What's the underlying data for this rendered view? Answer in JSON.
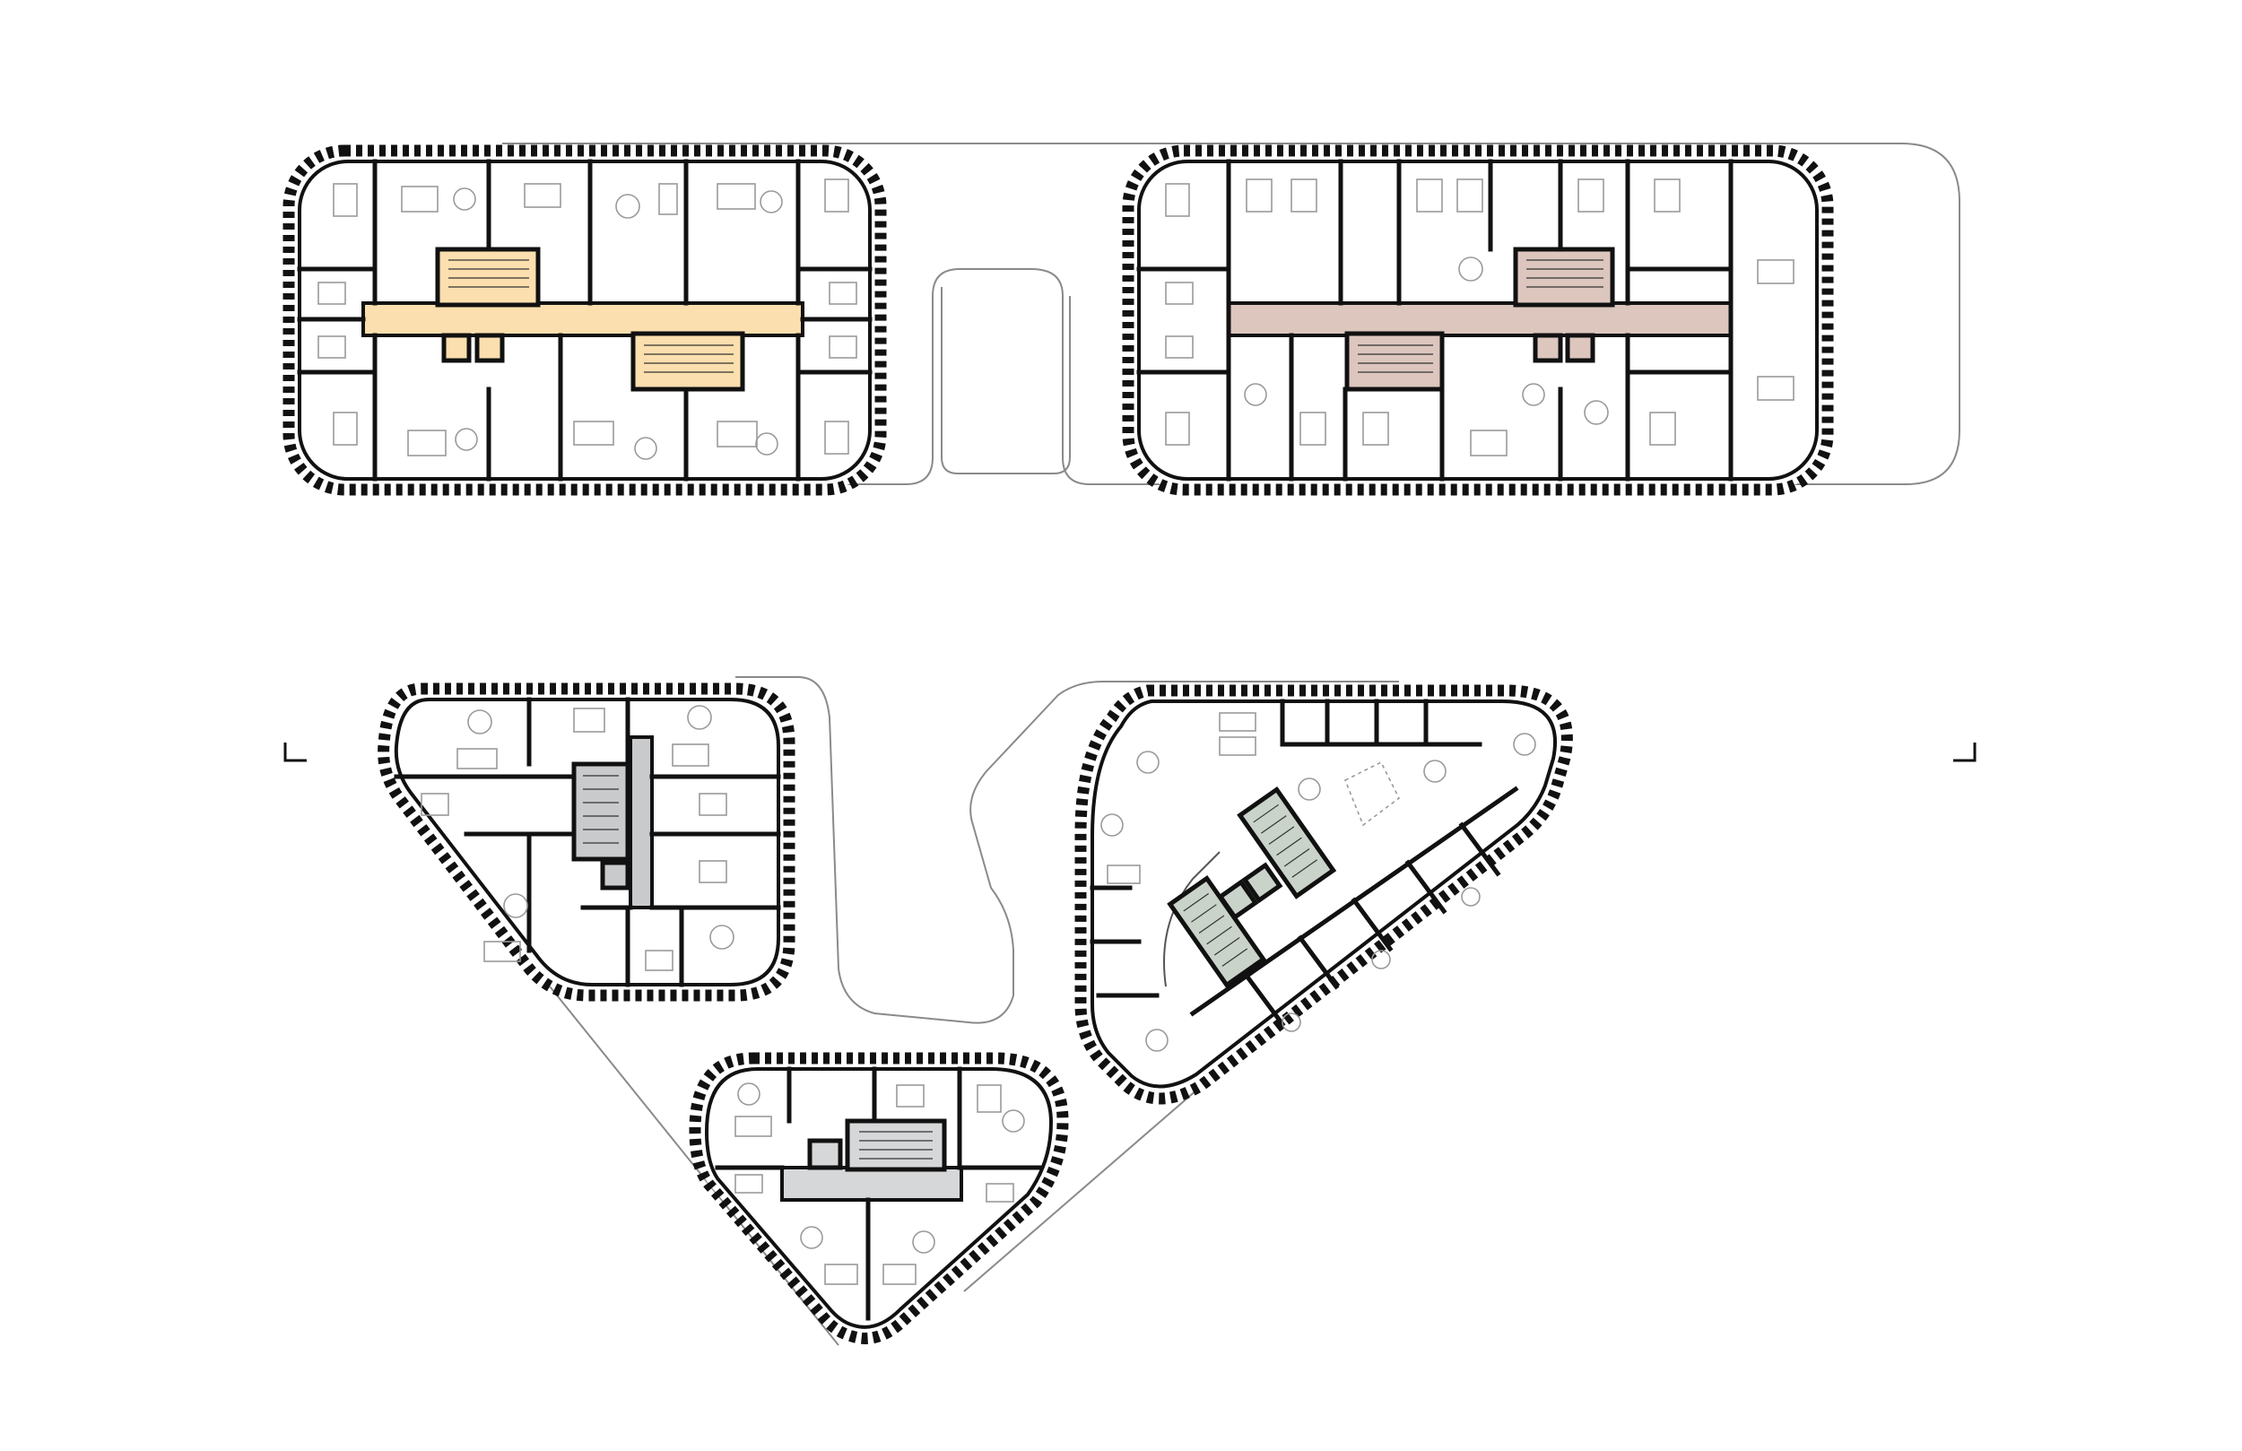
{
  "drawing": {
    "type": "floor-plan",
    "blocks": [
      {
        "id": "north-west",
        "core_color": "#fbdfae"
      },
      {
        "id": "north-east",
        "core_color": "#dcc6be"
      },
      {
        "id": "south-west",
        "core_color": "#c8cacc"
      },
      {
        "id": "south-middle",
        "core_color": "#d6d7d8"
      },
      {
        "id": "south-east",
        "core_color": "#c9d3c9"
      }
    ],
    "colors": {
      "walls": "#111111",
      "link_path": "#8a8a8a",
      "furniture": "#9a9a9a",
      "background": "#ffffff"
    }
  }
}
